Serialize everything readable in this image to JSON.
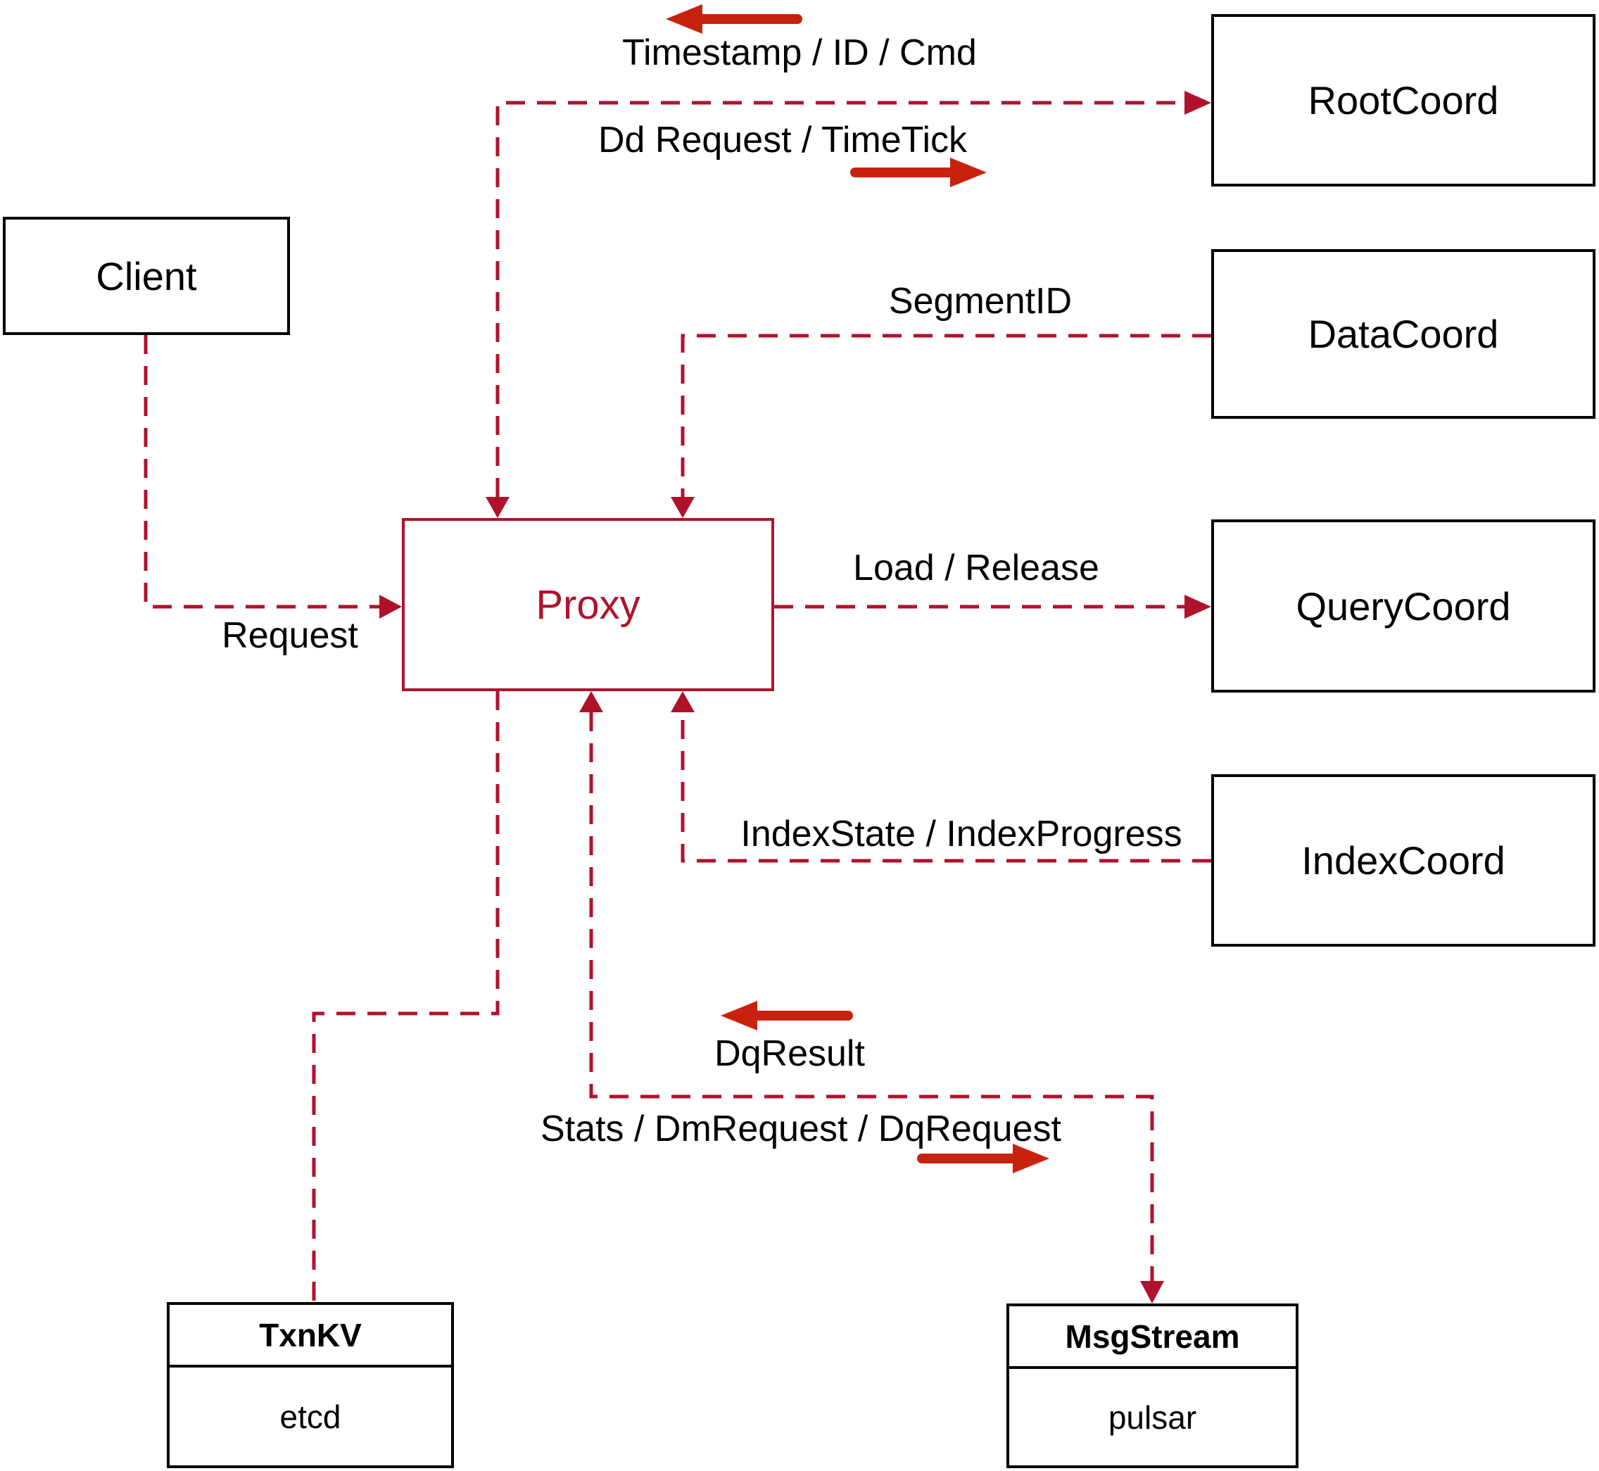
{
  "colors": {
    "line": "#B0122C",
    "arrow": "#C8220F",
    "border": "#000000",
    "text": "#000000",
    "bg": "#FFFFFF"
  },
  "nodes": {
    "client": {
      "label": "Client"
    },
    "proxy": {
      "label": "Proxy"
    },
    "root_coord": {
      "label": "RootCoord"
    },
    "data_coord": {
      "label": "DataCoord"
    },
    "query_coord": {
      "label": "QueryCoord"
    },
    "index_coord": {
      "label": "IndexCoord"
    },
    "txn_kv": {
      "title": "TxnKV",
      "impl": "etcd"
    },
    "msg_stream": {
      "title": "MsgStream",
      "impl": "pulsar"
    }
  },
  "edge_labels": {
    "request": "Request",
    "timestamp_id_cmd": "Timestamp / ID / Cmd",
    "dd_request_timetick": "Dd Request / TimeTick",
    "segment_id": "SegmentID",
    "load_release": "Load / Release",
    "index_state_progress": "IndexState / IndexProgress",
    "dq_result": "DqResult",
    "stats_dm_dq": "Stats / DmRequest / DqRequest"
  }
}
